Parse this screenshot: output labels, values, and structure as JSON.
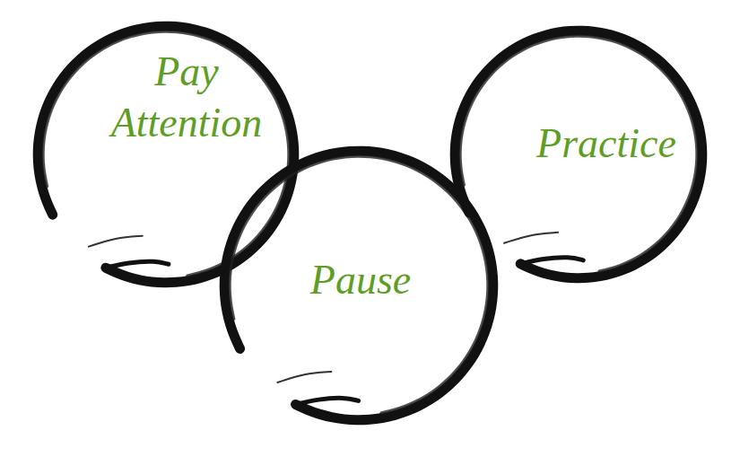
{
  "diagram": {
    "nodes": [
      {
        "text": [
          "Pay Attention"
        ]
      },
      {
        "text": [
          "Pause"
        ]
      },
      {
        "text": [
          "Practice"
        ]
      }
    ]
  }
}
